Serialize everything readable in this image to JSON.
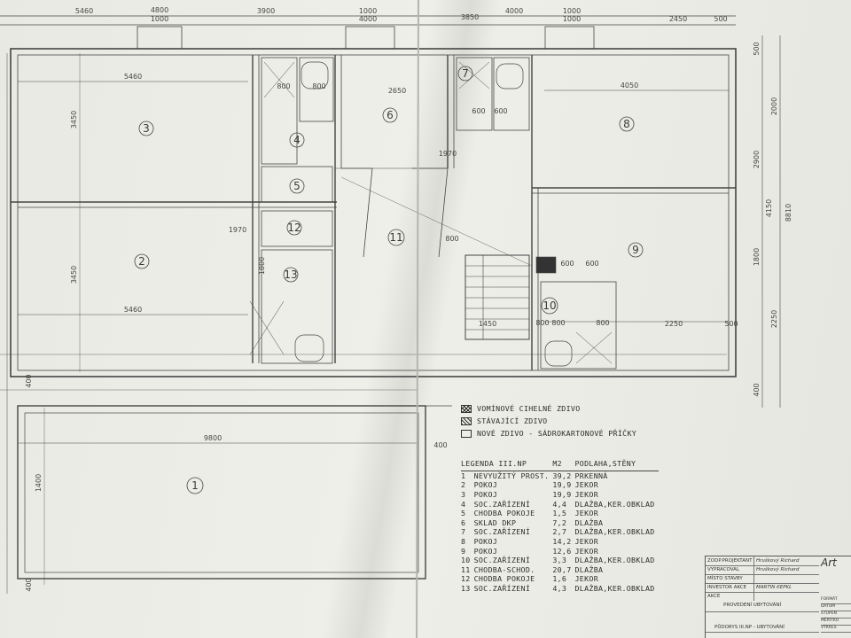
{
  "rooms": [
    {
      "id": "1",
      "label": "1"
    },
    {
      "id": "2",
      "label": "2"
    },
    {
      "id": "3",
      "label": "3"
    },
    {
      "id": "4",
      "label": "4"
    },
    {
      "id": "5",
      "label": "5"
    },
    {
      "id": "6",
      "label": "6"
    },
    {
      "id": "7",
      "label": "7"
    },
    {
      "id": "8",
      "label": "8"
    },
    {
      "id": "9",
      "label": "9"
    },
    {
      "id": "10",
      "label": "10"
    },
    {
      "id": "11",
      "label": "11"
    },
    {
      "id": "12",
      "label": "12"
    },
    {
      "id": "13",
      "label": "13"
    }
  ],
  "dimensions": {
    "top": [
      "5460",
      "4800",
      "1000",
      "3900",
      "1000",
      "4000",
      "1000",
      "3850",
      "1000",
      "4000",
      "2450",
      "500"
    ],
    "inner": [
      "5460",
      "2650",
      "4050",
      "5460",
      "2250",
      "9800",
      "1450",
      "400",
      "500"
    ],
    "right": [
      "500",
      "2000",
      "2900",
      "4150",
      "1800",
      "8810",
      "2250",
      "400"
    ],
    "left": [
      "3450",
      "3450",
      "1400",
      "1800",
      "400",
      "400"
    ],
    "small": [
      "800",
      "800",
      "600",
      "600",
      "800",
      "600",
      "800",
      "800",
      "600",
      "1970",
      "800",
      "1970"
    ]
  },
  "material_legend": [
    {
      "symbol": "cross",
      "text": "VOMÍNOVÉ CIHELNÉ ZDIVO"
    },
    {
      "symbol": "hatch",
      "text": "STÁVAJÍCÍ ZDIVO"
    },
    {
      "symbol": "empty",
      "text": "NOVÉ ZDIVO - SÁDROKARTONOVÉ PŘÍČKY"
    }
  ],
  "room_legend": {
    "headers": [
      "LEGENDA III.NP",
      "M2",
      "PODLAHA,STĚNY"
    ],
    "rows": [
      {
        "num": "1",
        "name": "NEVYUŽITÝ PROST.",
        "area": "39,2",
        "floor": "PRKENNÁ"
      },
      {
        "num": "2",
        "name": "POKOJ",
        "area": "19,9",
        "floor": "JEKOR"
      },
      {
        "num": "3",
        "name": "POKOJ",
        "area": "19,9",
        "floor": "JEKOR"
      },
      {
        "num": "4",
        "name": "SOC.ZAŘÍZENÍ",
        "area": "4,4",
        "floor": "DLAŽBA,KER.OBKLAD"
      },
      {
        "num": "5",
        "name": "CHODBA POKOJE",
        "area": "1,5",
        "floor": "JEKOR"
      },
      {
        "num": "6",
        "name": "SKLAD DKP",
        "area": "7,2",
        "floor": "DLAŽBA"
      },
      {
        "num": "7",
        "name": "SOC.ZAŘÍZENÍ",
        "area": "2,7",
        "floor": "DLAŽBA,KER.OBKLAD"
      },
      {
        "num": "8",
        "name": "POKOJ",
        "area": "14,2",
        "floor": "JEKOR"
      },
      {
        "num": "9",
        "name": "POKOJ",
        "area": "12,6",
        "floor": "JEKOR"
      },
      {
        "num": "10",
        "name": "SOC.ZAŘÍZENÍ",
        "area": "3,3",
        "floor": "DLAŽBA,KER.OBKLAD"
      },
      {
        "num": "11",
        "name": "CHODBA-SCHOD.",
        "area": "20,7",
        "floor": "DLAŽBA"
      },
      {
        "num": "12",
        "name": "CHODBA POKOJE",
        "area": "1,6",
        "floor": "JEKOR"
      },
      {
        "num": "13",
        "name": "SOC.ZAŘÍZENÍ",
        "area": "4,3",
        "floor": "DLAŽBA,KER.OBKLAD"
      }
    ]
  },
  "title_block": {
    "rows": [
      {
        "label": "ZODP.PROJEKTANT",
        "value": "Hruškový Richard"
      },
      {
        "label": "VYPRACOVAL",
        "value": "Hruškový Richard"
      },
      {
        "label": "MÍSTO STAVBY",
        "value": ""
      },
      {
        "label": "INVESTOR AKCE",
        "value": "MARTIN KEPKL"
      },
      {
        "label": "AKCE",
        "value": "PROVEDENÍ UBYTOVÁNÍ"
      },
      {
        "label": "",
        "value": ""
      },
      {
        "label": "",
        "value": "PŮDORYS III.NP - UBYTOVÁNÍ"
      }
    ],
    "logo": "Art",
    "side": [
      "FORMÁT",
      "DATUM",
      "STUPEŇ",
      "MĚŘÍTKO",
      "VÝKRES"
    ]
  }
}
